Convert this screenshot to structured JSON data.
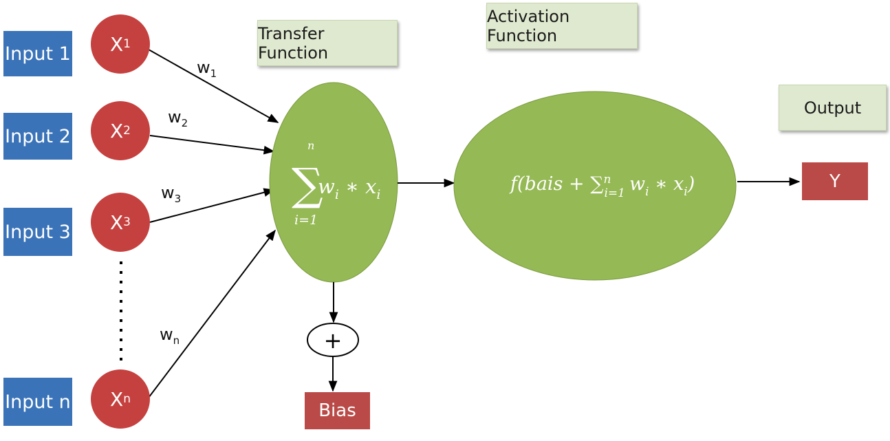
{
  "inputs": [
    {
      "label": "Input 1",
      "node": "X",
      "sub": "1",
      "weight": "w",
      "weight_sub": "1"
    },
    {
      "label": "Input 2",
      "node": "X",
      "sub": "2",
      "weight": "w",
      "weight_sub": "2"
    },
    {
      "label": "Input 3",
      "node": "X",
      "sub": "3",
      "weight": "w",
      "weight_sub": "3"
    },
    {
      "label": "Input n",
      "node": "X",
      "sub": "n",
      "weight": "w",
      "weight_sub": "n"
    }
  ],
  "transfer": {
    "title": "Transfer Function",
    "sigma": "∑",
    "upper": "n",
    "lower": "i=1",
    "term": "w",
    "term_sub": "i",
    "op": " ∗ ",
    "var": "x",
    "var_sub": "i"
  },
  "activation": {
    "title": "Activation Function",
    "f": "f",
    "open": "(",
    "bias_word": "bais",
    "plus": " + ",
    "sigma": "∑",
    "upper": "n",
    "lower": "i=1",
    "term": "w",
    "term_sub": "i",
    "op": " ∗ ",
    "var": "x",
    "var_sub": "i",
    "close": ")"
  },
  "bias": {
    "plus_symbol": "+",
    "label": "Bias"
  },
  "output": {
    "title": "Output",
    "value": "Y"
  },
  "colors": {
    "input": "#3a73b8",
    "node": "#c5413f",
    "ellipse": "#95b954",
    "label_box": "#dfe9cf",
    "red_box": "#b94a47"
  }
}
